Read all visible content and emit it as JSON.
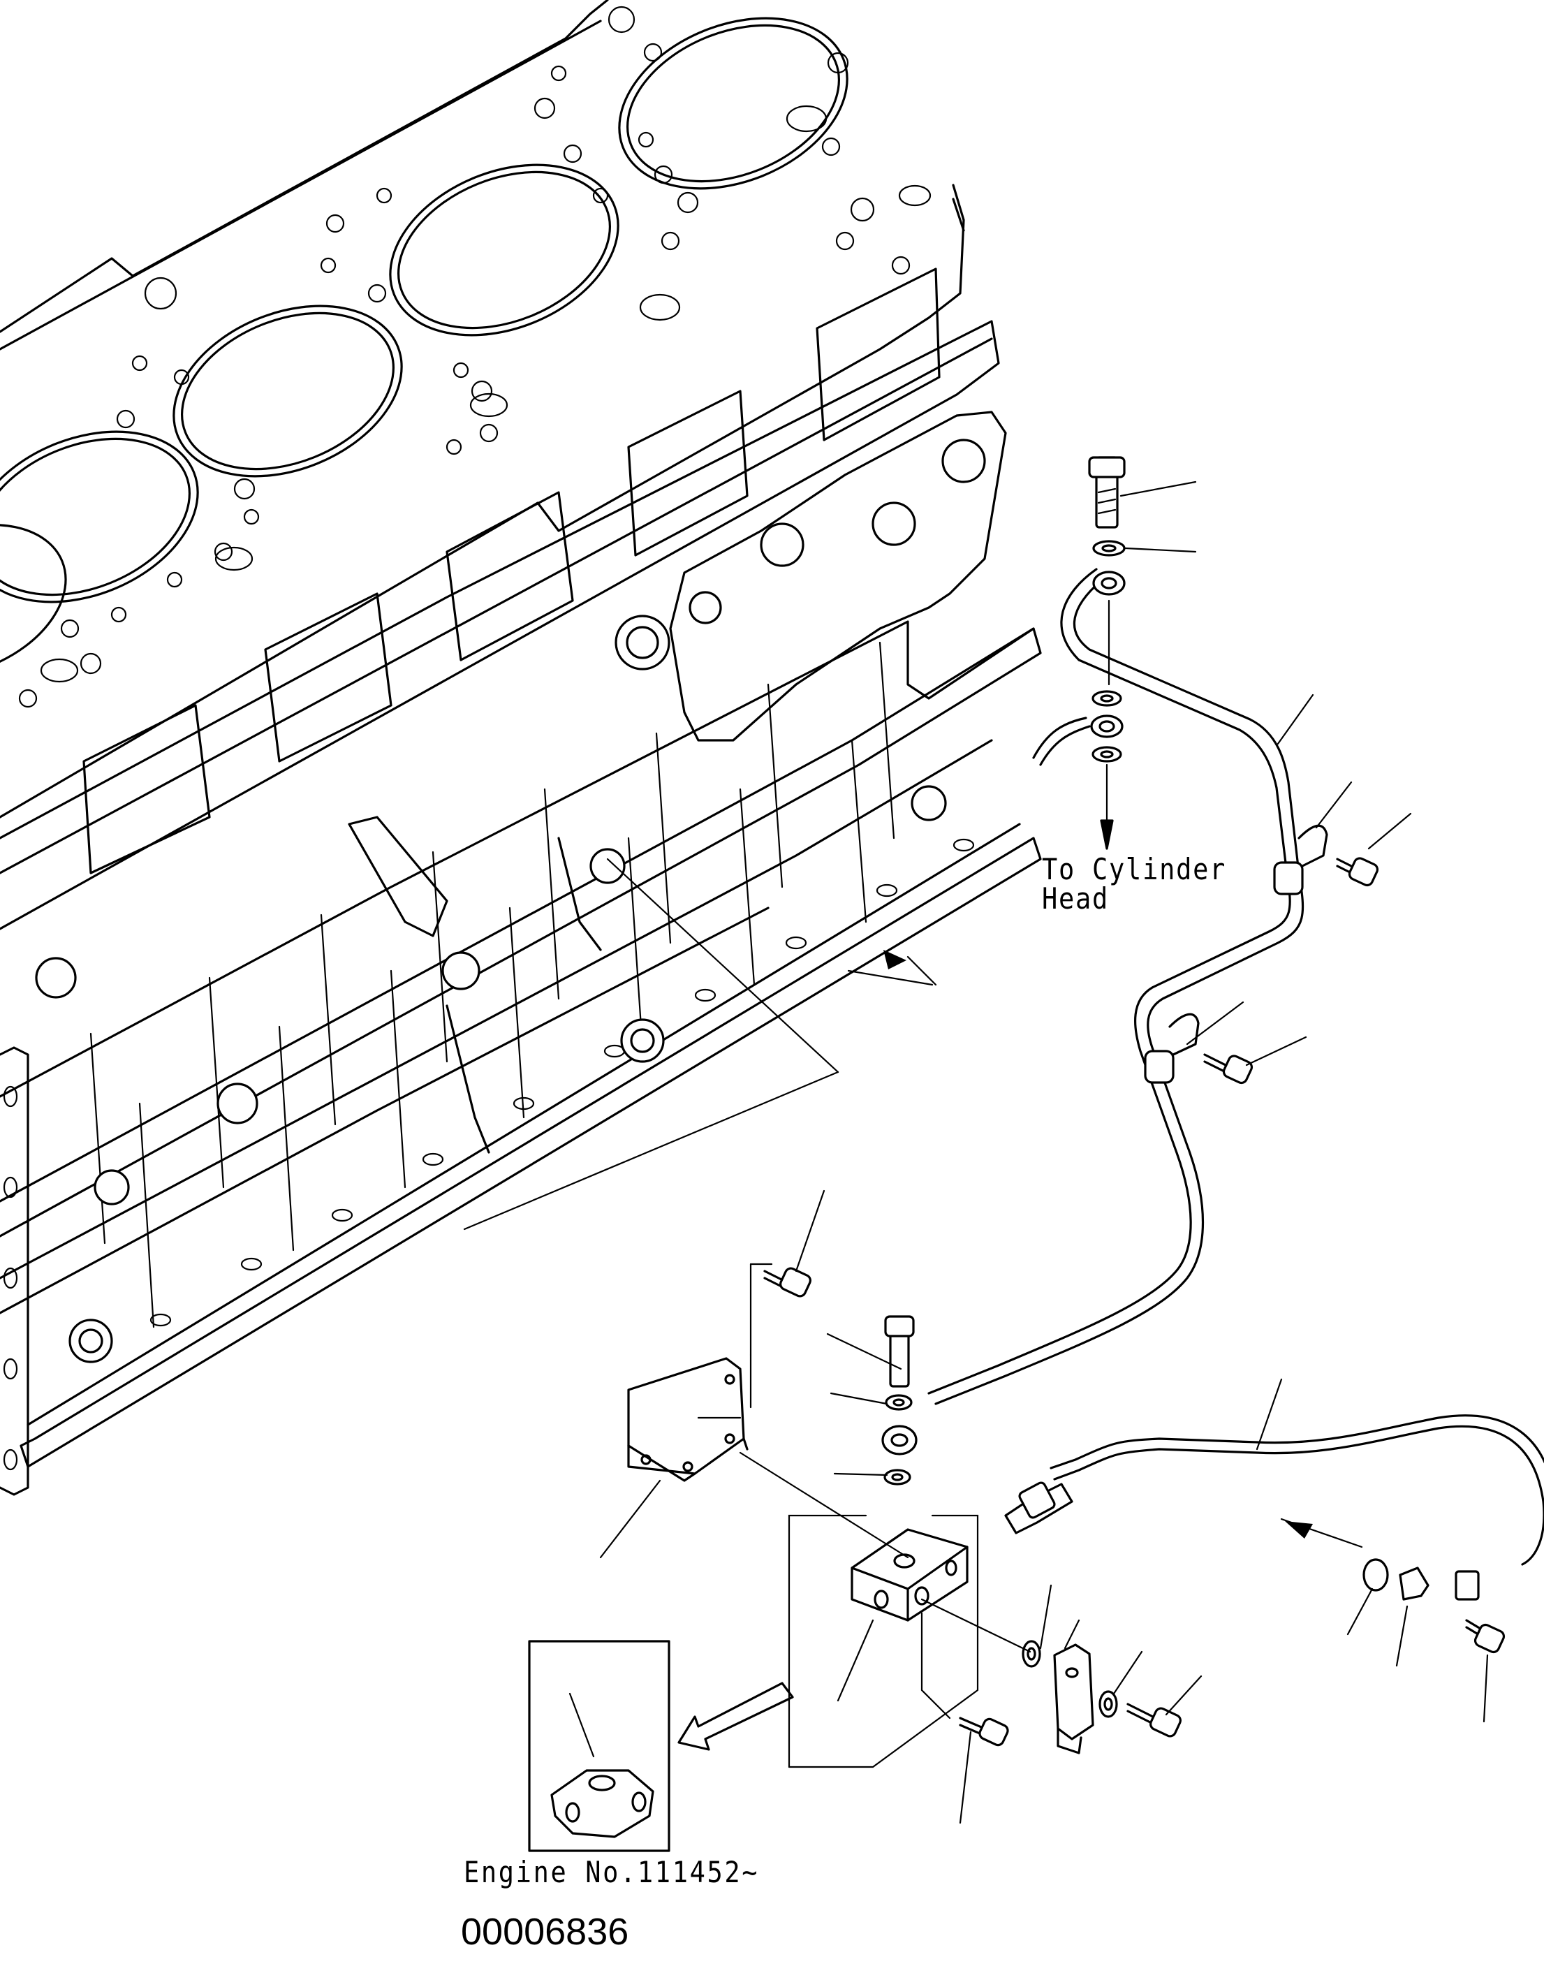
{
  "callout": {
    "destination_line1": "To Cylinder",
    "destination_line2": "Head"
  },
  "footer": {
    "engine_serial": "Engine No.111452~",
    "drawing_number": "00006836"
  }
}
